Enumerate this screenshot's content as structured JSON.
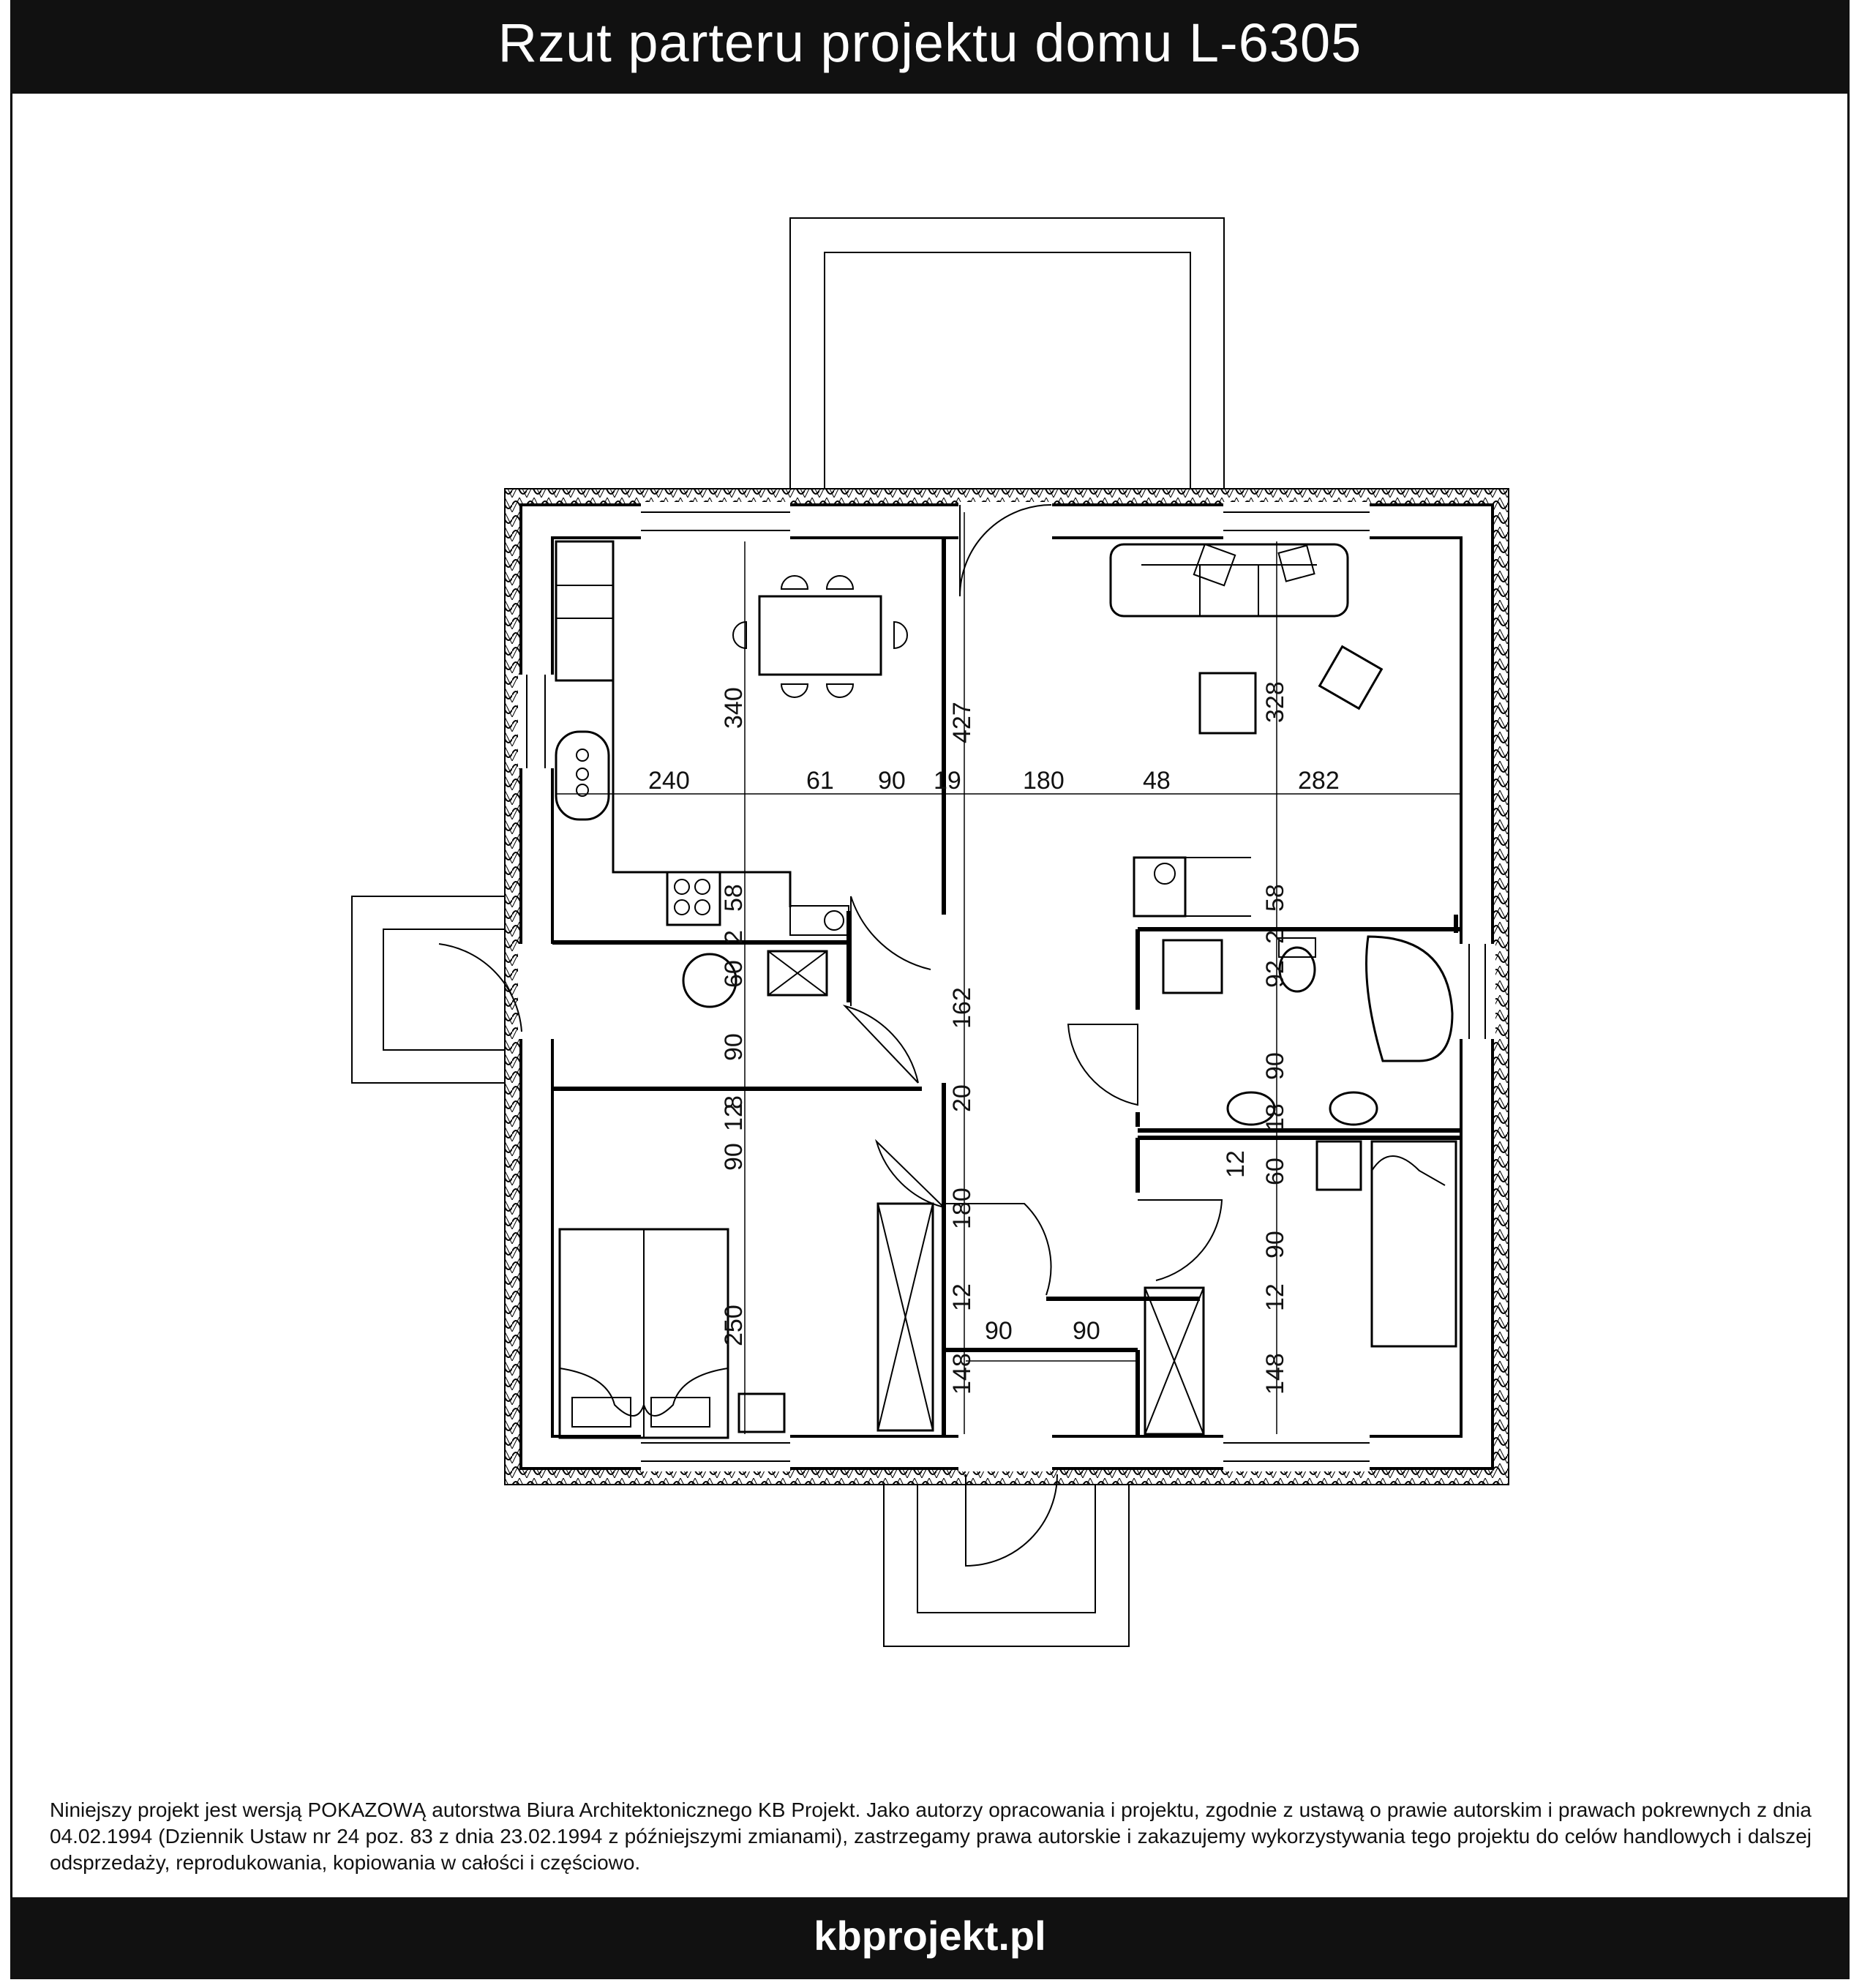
{
  "title": "Rzut parteru projektu domu L-6305",
  "disclaimer": "Niniejszy projekt jest wersją POKAZOWĄ autorstwa Biura Architektonicznego KB Projekt. Jako autorzy opracowania i projektu, zgodnie z ustawą o prawie autorskim i prawach pokrewnych z dnia 04.02.1994 (Dziennik Ustaw nr 24 poz. 83 z dnia 23.02.1994 z późniejszymi zmianami), zastrzegamy prawa autorskie i zakazujemy wykorzystywania tego projektu do celów handlowych i dalszej odsprzedaży, reprodukowania, kopiowania w całości i częściowo.",
  "footer": {
    "site": "kbprojekt.pl"
  },
  "dims": {
    "d240": "240",
    "d61": "61",
    "d90a": "90",
    "d19": "19",
    "d180a": "180",
    "d48": "48",
    "d282": "282",
    "d340": "340",
    "d427": "427",
    "d328": "328",
    "d58a": "58",
    "d2a": "2",
    "d60a": "60",
    "d90b": "90",
    "d8": "8",
    "d12a": "12",
    "d90c": "90",
    "d162": "162",
    "d20": "20",
    "d180b": "180",
    "d12b": "12",
    "d148a": "148",
    "d250": "250",
    "d90d": "90",
    "d90e": "90",
    "d58b": "58",
    "d2b": "2",
    "d92": "92",
    "d90f": "90",
    "d18": "18",
    "d12c": "12",
    "d60b": "60",
    "d90g": "90",
    "d12d": "12",
    "d148b": "148"
  }
}
